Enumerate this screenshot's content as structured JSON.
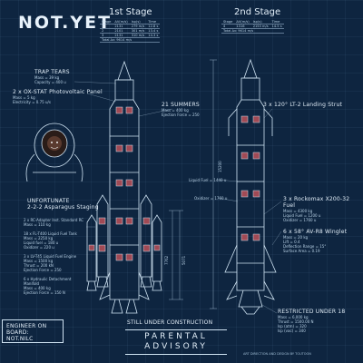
{
  "title": "NOT.YET",
  "stage1": {
    "heading": "1st Stage",
    "headers": [
      "Stage",
      "ΔV(m/s)",
      "Isp(s)",
      "Time"
    ],
    "rows": [
      [
        "1",
        "2131",
        "279 m/s",
        "12.8 s"
      ],
      [
        "2",
        "2101",
        "301 m/s",
        "13.4 s"
      ],
      [
        "3",
        "2131",
        "310 m/s",
        "14.3 s"
      ]
    ],
    "total": "Total Δv: 9614 m/s"
  },
  "stage2": {
    "heading": "2nd Stage",
    "headers": [
      "Stage",
      "ΔV(m/s)",
      "Isp(s)",
      "Time"
    ],
    "rows": [
      [
        "4",
        "1316",
        "2153 m/s",
        "14.5 s"
      ]
    ],
    "total": "Total Δv: 9614 m/s"
  },
  "left": {
    "trap_tears": {
      "label": "TRAP TEARS",
      "lines": [
        "Mass = 39 kg",
        "Capacity = 400 u"
      ]
    },
    "panel": {
      "label": "2 x OX-STAT Photovoltaic Panel",
      "lines": [
        "Mass = 5 kg",
        "Electricity = 0.75 u/s"
      ]
    },
    "unfortunate": {
      "label": "UNFORTUNATE",
      "sub": "2-2-2 Asparagus Staging"
    },
    "staging_lines": [
      "2 x RC-Adapter Inst. Standard RC",
      "Mass = 110 kg",
      "18 x FL-T400 Liquid Fuel Tank",
      "Mass = 2250 kg",
      "Liquid fuel = 180 u",
      "Oxidizer = 220 u",
      "3 x LV-T45 Liquid Fuel Engine",
      "Mass = 1500 kg",
      "Thrust = 200 kN",
      "Ejection Force = 250",
      "6 x Hydraulic Detachment Manifold",
      "Mass = 400 kg",
      "Ejection Force = 150 N"
    ]
  },
  "middle": {
    "summers": {
      "label": "21 SUMMERS",
      "lines": [
        "Mass = 400 kg",
        "Ejection Force = 250"
      ]
    },
    "dim_total": "15200",
    "dim_a": "7762",
    "dim_b": "5071"
  },
  "right": {
    "strut": {
      "label": "3 x 120° LT-2 Landing Strut"
    },
    "liquid_fuel": "Liquid Fuel = 1440 u",
    "oxidizer": "Oxidizer = 1760 u",
    "fuel_tank": {
      "label": "3 x Rockomax X200-32 Fuel",
      "lines": [
        "Mass = 4300 kg",
        "Liquid Fuel = 1200 u",
        "Oxidizer = 1760 u"
      ]
    },
    "winglet": {
      "label": "6 x 58° AV-R8 Winglet",
      "lines": [
        "Mass = 20 kg",
        "Lift = 0.4",
        "Deflection Range = 15°",
        "Surface Area = 0.19"
      ]
    },
    "restricted": {
      "label": "RESTRICTED UNDER 18",
      "lines": [
        "Mass = 6,000 kg",
        "Thrust = 1500.00 N",
        "Isp (atm) = 320",
        "Isp (vac) = 340"
      ]
    }
  },
  "footer": {
    "engineer": [
      "ENGINEER ON BOARD:",
      "NOT.NILC"
    ],
    "construction": "STILL UNDER CONSTRUCTION",
    "advisory": [
      "PARENTAL",
      "ADVISORY"
    ],
    "credit": "ART DIRECTION AND DESIGN BY TOUTOON"
  },
  "colors": {
    "background": "#0e2540",
    "lines": "#cfe3f2",
    "window_fill": "#a04a55",
    "accent": "#e2eef8"
  }
}
